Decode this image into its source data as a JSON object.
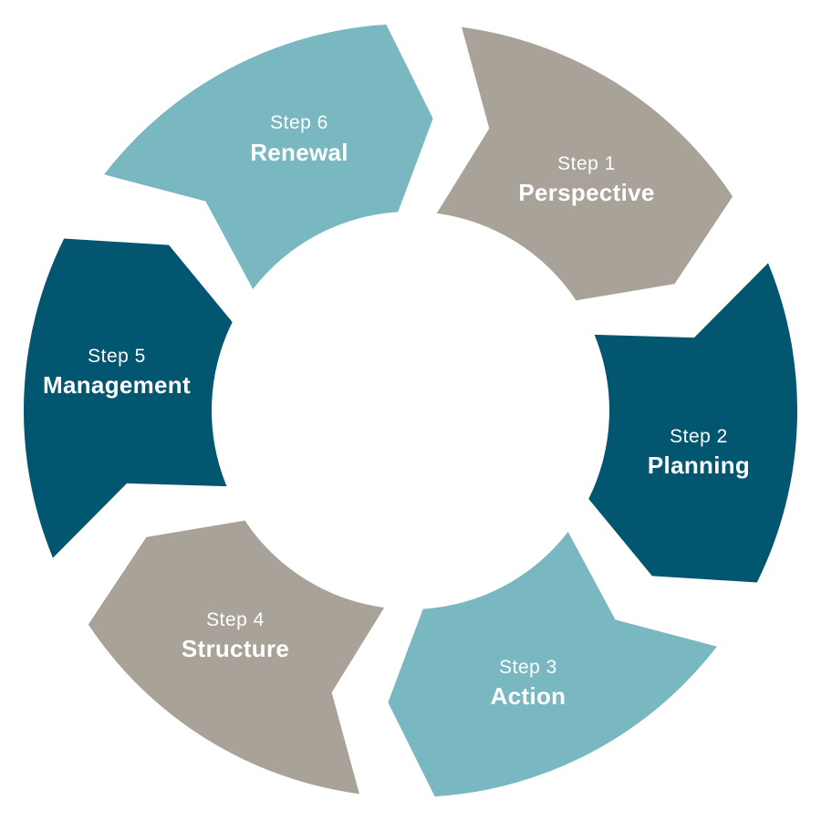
{
  "diagram": {
    "type": "cycle",
    "steps": [
      {
        "number_label": "Step 1",
        "name": "Perspective",
        "color": "#03566F"
      },
      {
        "number_label": "Step 2",
        "name": "Planning",
        "color": "#79B7C1"
      },
      {
        "number_label": "Step 3",
        "name": "Action",
        "color": "#A9A299"
      },
      {
        "number_label": "Step 4",
        "name": "Structure",
        "color": "#03566F"
      },
      {
        "number_label": "Step 5",
        "name": "Management",
        "color": "#79B7C1"
      },
      {
        "number_label": "Step 6",
        "name": "Renewal",
        "color": "#A9A299"
      }
    ]
  }
}
